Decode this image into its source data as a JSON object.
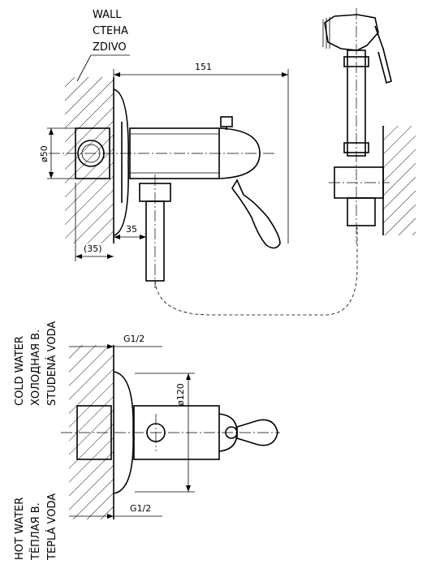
{
  "labels": {
    "wall": [
      "WALL",
      "СТЕНА",
      "ZDIVO"
    ],
    "cold": [
      "COLD WATER",
      "ХОЛОДНАЯ В.",
      "STUDENÁ VODA"
    ],
    "hot": [
      "HOT WATER",
      "ТЁПЛАЯ В.",
      "TEPLÁ VODA"
    ]
  },
  "dimensions": {
    "length": "151",
    "diameter_body": "ø50",
    "depth": "(35)",
    "offset": "35",
    "thread_top": "G1/2",
    "thread_bottom": "G1/2",
    "diameter_rosette": "ø120"
  },
  "colors": {
    "line": "#000000",
    "background": "#ffffff"
  }
}
